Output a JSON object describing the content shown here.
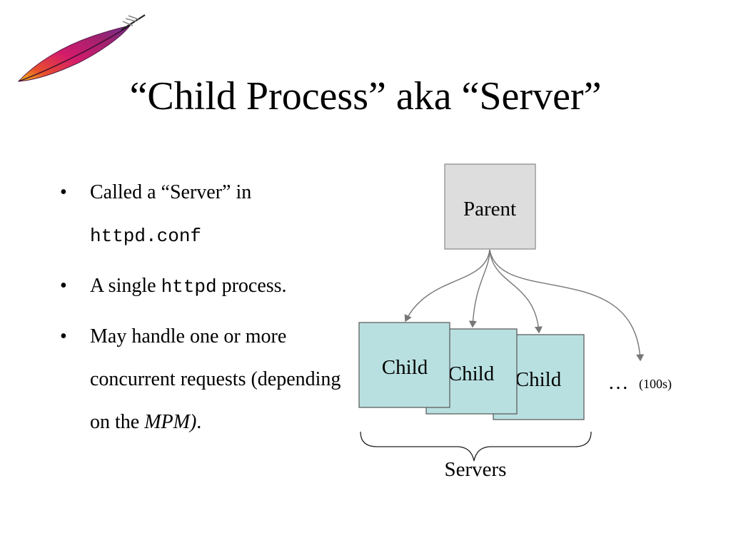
{
  "slide": {
    "title": "“Child Process” aka “Server”",
    "logo": "apache-feather-logo",
    "bullets": [
      {
        "parts": [
          "Called a “Server” in",
          "httpd.conf"
        ]
      },
      {
        "parts": [
          "A single ",
          "httpd",
          " process."
        ]
      },
      {
        "parts": [
          "May handle one or more concurrent requests (depending on the ",
          "MPM)",
          "."
        ]
      }
    ]
  },
  "diagram": {
    "parent_label": "Parent",
    "children": [
      "Child",
      "Child",
      "Child"
    ],
    "more_label": "…",
    "more_count": "(100s)",
    "group_label": "Servers",
    "colors": {
      "parent_fill": "#dddddd",
      "child_fill": "#b9e0e0",
      "stroke": "#555555",
      "arrow": "#777777"
    }
  }
}
